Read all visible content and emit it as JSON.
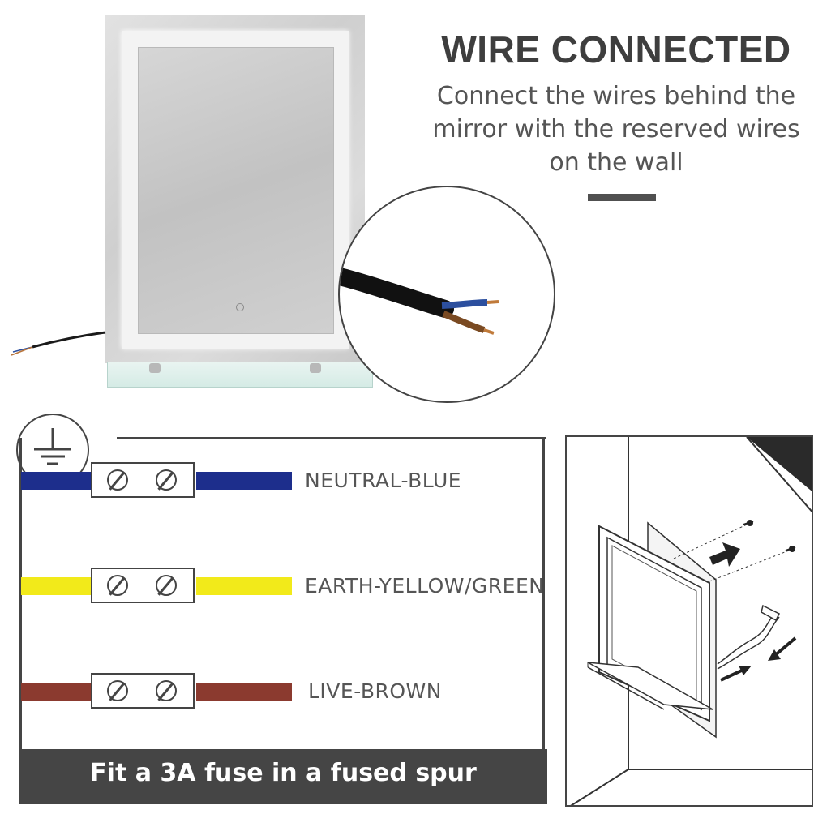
{
  "header": {
    "title": "WIRE CONNECTED",
    "subtitle_lines": [
      "Connect the wires behind the",
      "mirror with the reserved wires",
      "on the wall"
    ]
  },
  "wiring": {
    "wires": [
      {
        "label": "NEUTRAL-BLUE",
        "color": "#1d2e8c"
      },
      {
        "label": "EARTH-YELLOW/GREEN",
        "color": "#f2ea1a"
      },
      {
        "label": "LIVE-BROWN",
        "color": "#8b3a2f"
      }
    ],
    "footer": "Fit a 3A fuse in a fused spur"
  },
  "colors": {
    "dark": "#454545",
    "text": "#555555",
    "cable": "#111111",
    "copper": "#b8743a",
    "blue_insulation": "#2c4f9e"
  },
  "icons": {
    "earth": "earth-ground-icon",
    "arrows": "direction-arrow-icon"
  }
}
